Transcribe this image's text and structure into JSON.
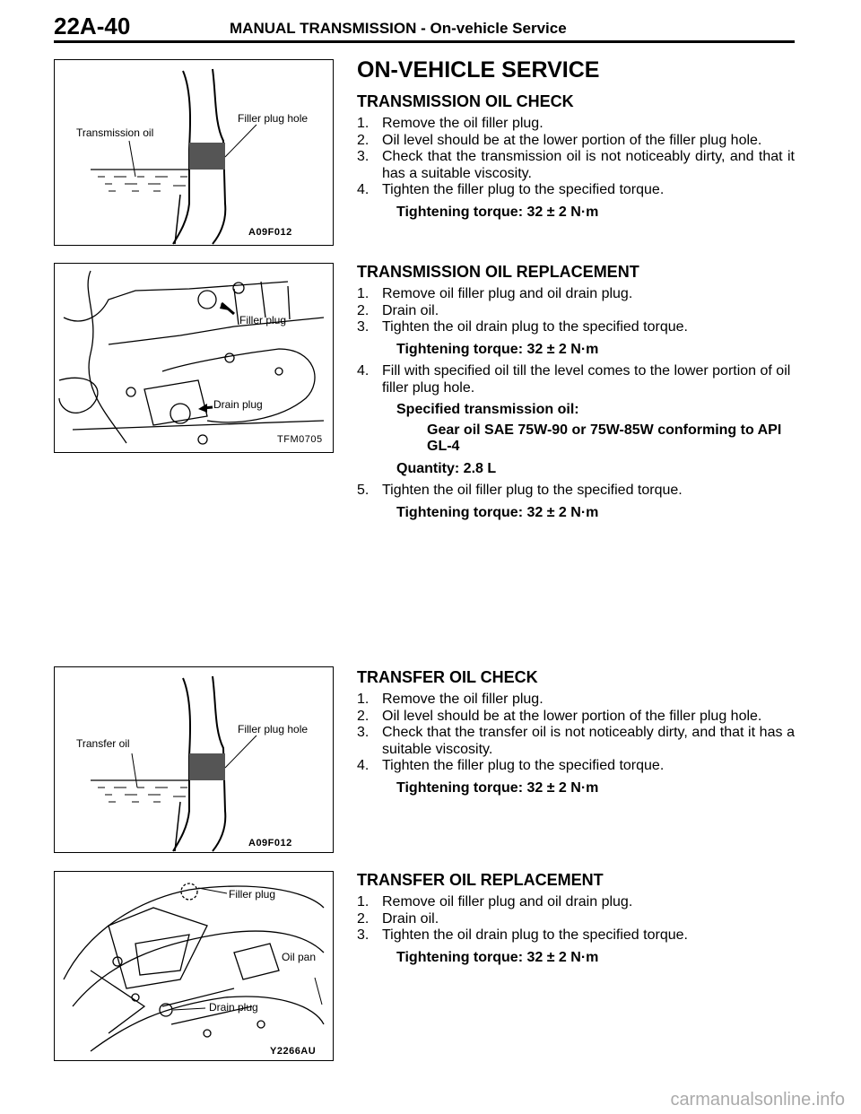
{
  "header": {
    "page_number": "22A-40",
    "title": "MANUAL TRANSMISSION - On-vehicle Service"
  },
  "main_heading": "ON-VEHICLE SERVICE",
  "figures": {
    "fig1": {
      "label_left": "Transmission oil",
      "label_right": "Filler plug hole",
      "code": "A09F012"
    },
    "fig2": {
      "label_filler": "Filler plug",
      "label_drain": "Drain plug",
      "code": "TFM0705"
    },
    "fig3": {
      "label_left": "Transfer oil",
      "label_right": "Filler plug hole",
      "code": "A09F012"
    },
    "fig4": {
      "label_filler": "Filler plug",
      "label_pan": "Oil pan",
      "label_drain": "Drain plug",
      "code": "Y2266AU"
    }
  },
  "sections": {
    "s1": {
      "heading": "TRANSMISSION OIL CHECK",
      "steps": [
        {
          "num": "1.",
          "text": "Remove the oil filler plug."
        },
        {
          "num": "2.",
          "text": "Oil level should be at the lower portion of the filler plug hole."
        },
        {
          "num": "3.",
          "text": "Check that the transmission oil is not noticeably dirty, and that it has a suitable viscosity."
        },
        {
          "num": "4.",
          "text": "Tighten the filler plug to the specified torque."
        }
      ],
      "torque": "Tightening torque: 32 ± 2 N·m"
    },
    "s2": {
      "heading": "TRANSMISSION OIL REPLACEMENT",
      "steps": [
        {
          "num": "1.",
          "text": "Remove oil filler plug and oil drain plug."
        },
        {
          "num": "2.",
          "text": "Drain oil."
        },
        {
          "num": "3.",
          "text": "Tighten the oil drain plug to the specified torque."
        },
        {
          "num": "4.",
          "text": "Fill with specified oil till the level comes to the lower portion of oil filler plug hole."
        },
        {
          "num": "5.",
          "text": "Tighten the oil filler plug to the specified torque."
        }
      ],
      "torque1": "Tightening torque: 32 ± 2 N·m",
      "spec_label": "Specified transmission oil:",
      "spec_value": "Gear oil SAE 75W-90 or 75W-85W conforming to API GL-4",
      "quantity": "Quantity: 2.8 L",
      "torque2": "Tightening torque: 32 ± 2 N·m"
    },
    "s3": {
      "heading": "TRANSFER OIL CHECK",
      "steps": [
        {
          "num": "1.",
          "text": "Remove the oil filler plug."
        },
        {
          "num": "2.",
          "text": "Oil level should be at the lower portion of the filler plug hole."
        },
        {
          "num": "3.",
          "text": "Check that the transfer oil is not noticeably dirty, and that it has a suitable viscosity."
        },
        {
          "num": "4.",
          "text": "Tighten the filler plug to the specified torque."
        }
      ],
      "torque": "Tightening torque: 32 ± 2 N·m"
    },
    "s4": {
      "heading": "TRANSFER OIL REPLACEMENT",
      "steps": [
        {
          "num": "1.",
          "text": "Remove oil filler plug and oil drain plug."
        },
        {
          "num": "2.",
          "text": "Drain oil."
        },
        {
          "num": "3.",
          "text": "Tighten the oil drain plug to the specified torque."
        }
      ],
      "torque": "Tightening torque: 32 ± 2 N·m"
    }
  },
  "watermark": "carmanualsonline.info"
}
